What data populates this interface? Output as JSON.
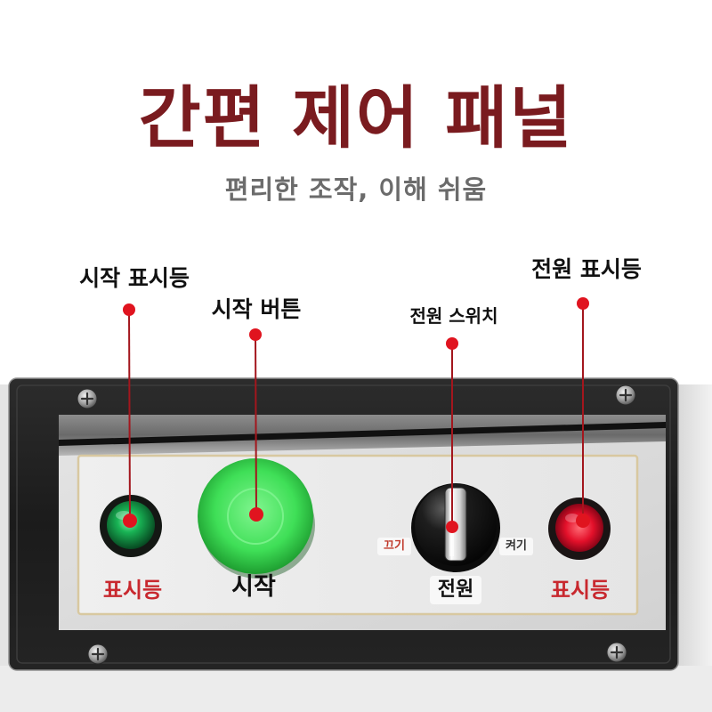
{
  "header": {
    "title": "간편 제어 패널",
    "subtitle": "편리한 조작, 이해 쉬움"
  },
  "callouts": [
    {
      "label": "시작 표시등"
    },
    {
      "label": "시작 버튼"
    },
    {
      "label": "전원 스위치"
    },
    {
      "label": "전원 표시등"
    }
  ],
  "panel": {
    "start_indicator_label": "표시등",
    "start_button_label": "시작",
    "switch_off_label": "끄기",
    "switch_on_label": "켜기",
    "switch_label": "전원",
    "power_indicator_label": "표시등"
  },
  "colors": {
    "title": "#7a1b1f",
    "subtitle": "#6b6b6b",
    "callout_text": "#111111",
    "callout_marker": "#e0141f",
    "callout_line": "#a3161d",
    "panel_label_red": "#c8282e",
    "start_indicator_light": "#19b455",
    "start_button": "#3fdf57",
    "power_indicator_light": "#e3102a",
    "bezel": "#1b1b1b"
  }
}
